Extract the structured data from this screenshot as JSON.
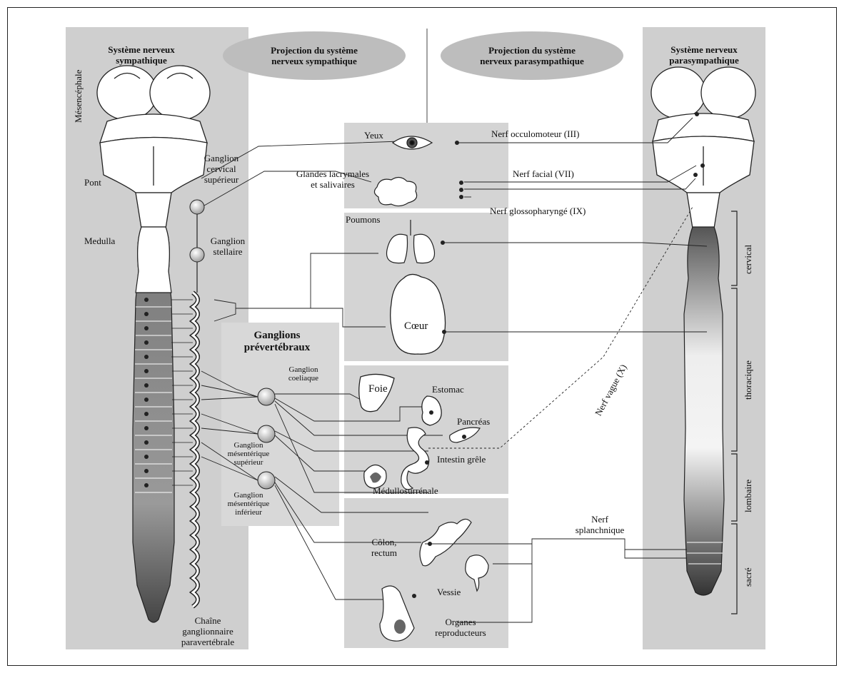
{
  "left_panel": {
    "title_line1": "Système nerveux",
    "title_line2": "sympathique",
    "mesencephale": "Mésencéphale",
    "pont": "Pont",
    "medulla": "Medulla",
    "ganglion_cervical": [
      "Ganglion",
      "cervical",
      "supérieur"
    ],
    "ganglion_stellaire": [
      "Ganglion",
      "stellaire"
    ],
    "chaine": [
      "Chaîne",
      "ganglionnaire",
      "paravertébrale"
    ]
  },
  "right_panel": {
    "title_line1": "Système nerveux",
    "title_line2": "parasympathique",
    "cervical": "cervical",
    "thoracique": "thoracique",
    "lombaire": "lombaire",
    "sacre": "sacré"
  },
  "projection_symp": [
    "Projection du système",
    "nerveux sympathique"
  ],
  "projection_para": [
    "Projection du système",
    "nerveux parasympathique"
  ],
  "prevertebral": {
    "title": [
      "Ganglions",
      "prévertébraux"
    ],
    "coeliaque": [
      "Ganglion",
      "coeliaque"
    ],
    "mes_sup": [
      "Ganglion",
      "mésentérique",
      "supérieur"
    ],
    "mes_inf": [
      "Ganglion",
      "mésentérique",
      "inférieur"
    ]
  },
  "organs": {
    "yeux": "Yeux",
    "glandes": [
      "Glandes lacrymales",
      "et salivaires"
    ],
    "poumons": "Poumons",
    "coeur": "Cœur",
    "foie": "Foie",
    "estomac": "Estomac",
    "pancreas": "Pancréas",
    "intestin": "Intestin grêle",
    "medullo": "Médullosurrénale",
    "colon": [
      "Côlon,",
      "rectum"
    ],
    "vessie": "Vessie",
    "organes_repro": [
      "Organes",
      "reproducteurs"
    ]
  },
  "nerves": {
    "occulomoteur": "Nerf occulomoteur (III)",
    "facial": "Nerf facial (VII)",
    "glosso": "Nerf glossopharyngé (IX)",
    "vague": "Nerf vague (X)",
    "splanchnique": [
      "Nerf",
      "splanchnique"
    ]
  }
}
